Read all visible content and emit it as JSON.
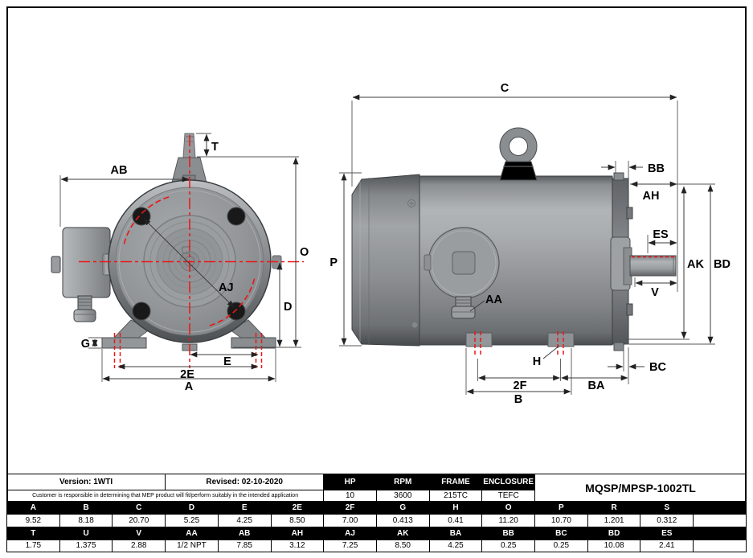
{
  "colors": {
    "centerline_red": "#ee1414",
    "body_gray": "#97999c",
    "hole_black": "#191919",
    "header_bg": "#000000",
    "header_text": "#ffffff"
  },
  "labels": {
    "t": "T",
    "ab": "AB",
    "o": "O",
    "d": "D",
    "g": "G",
    "e": "E",
    "e2": "2E",
    "a": "A",
    "aj": "AJ",
    "c": "C",
    "bb": "BB",
    "ah": "AH",
    "es": "ES",
    "ak": "AK",
    "bd": "BD",
    "v": "V",
    "p": "P",
    "aa": "AA",
    "h": "H",
    "bc": "BC",
    "f2": "2F",
    "b": "B",
    "ba": "BA"
  },
  "table": {
    "info": {
      "version": "Version: 1WTI",
      "revised": "Revised: 02-10-2020",
      "disclaimer": "Customer is responsible in determining that MEP product will fit/perform suitably in the intended application",
      "model": "MQSP/MPSP-1002TL",
      "spec_headers": [
        "HP",
        "RPM",
        "FRAME",
        "ENCLOSURE"
      ],
      "spec_values": [
        "10",
        "3600",
        "215TC",
        "TEFC"
      ]
    },
    "dims": {
      "row1_headers": [
        "A",
        "B",
        "C",
        "D",
        "E",
        "2E",
        "2F",
        "G",
        "H",
        "O",
        "P",
        "R",
        "S",
        ""
      ],
      "row1_values": [
        "9.52",
        "8.18",
        "20.70",
        "5.25",
        "4.25",
        "8.50",
        "7.00",
        "0.413",
        "0.41",
        "11.20",
        "10.70",
        "1.201",
        "0.312",
        ""
      ],
      "row2_headers": [
        "T",
        "U",
        "V",
        "AA",
        "AB",
        "AH",
        "AJ",
        "AK",
        "BA",
        "BB",
        "BC",
        "BD",
        "ES",
        ""
      ],
      "row2_values": [
        "1.75",
        "1.375",
        "2.88",
        "1/2 NPT",
        "7.85",
        "3.12",
        "7.25",
        "8.50",
        "4.25",
        "0.25",
        "0.25",
        "10.08",
        "2.41",
        ""
      ]
    }
  }
}
